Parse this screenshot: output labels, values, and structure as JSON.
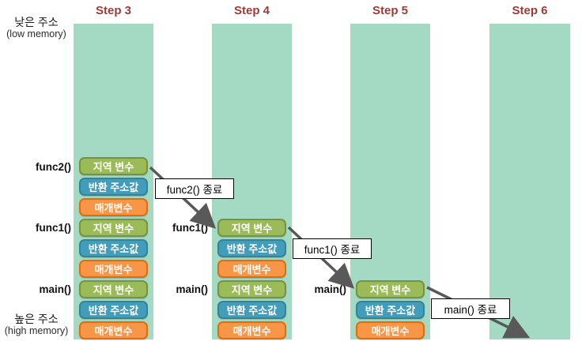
{
  "title": "stack-unwind-diagram",
  "steps": [
    "Step 3",
    "Step 4",
    "Step 5",
    "Step 6"
  ],
  "memory": {
    "low_ko": "낮은 주소",
    "low_en": "(low memory)",
    "high_ko": "높은 주소",
    "high_en": "(high memory)"
  },
  "box_labels": {
    "local": "지역 변수",
    "ret": "반환 주소값",
    "param": "매개변수"
  },
  "function_labels": {
    "col1": [
      "func2()",
      "func1()",
      "main()"
    ],
    "col2": [
      "func1()",
      "main()"
    ],
    "col3": [
      "main()"
    ]
  },
  "arrow_labels": [
    "func2() 종료",
    "func1() 종료",
    "main() 종료"
  ],
  "colors": {
    "teal": "#a4d9c3",
    "green": "#9bbb59",
    "greenBorder": "#77933c",
    "blue": "#429dbb",
    "blueBorder": "#31859b",
    "orange": "#f79646",
    "orangeBorder": "#e36c09",
    "step": "#9e3a38",
    "arrow": "#595959"
  }
}
